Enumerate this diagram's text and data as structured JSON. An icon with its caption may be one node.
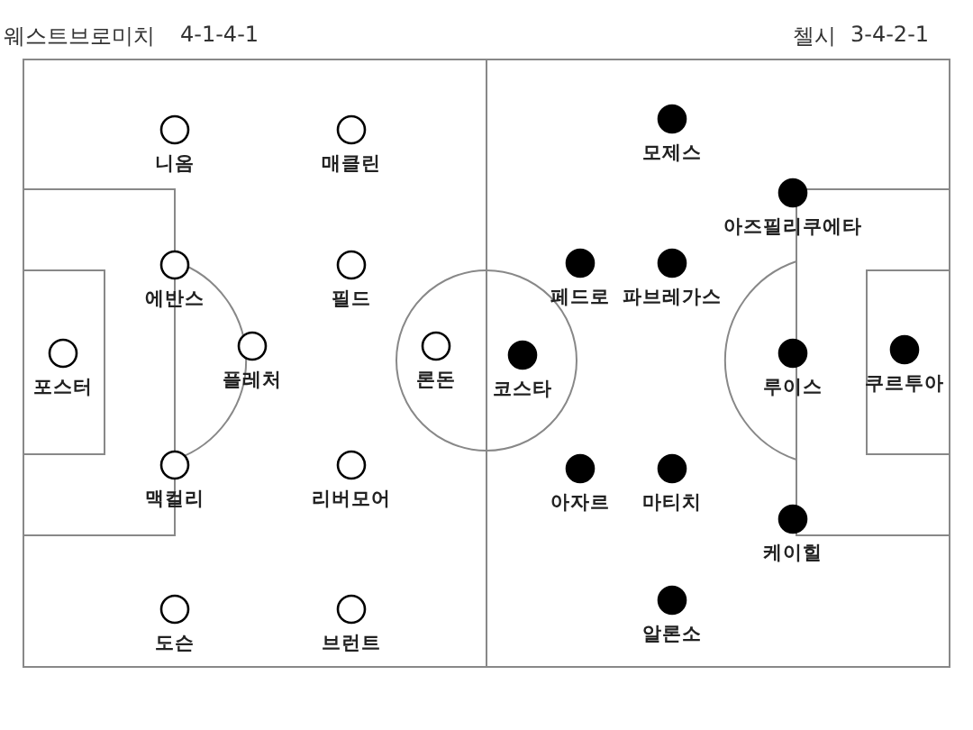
{
  "diagram": {
    "nodes": [
      {
        "text": [
          "니옴"
        ]
      },
      {
        "text": [
          "매클린"
        ]
      },
      {
        "text": [
          "에반스"
        ]
      },
      {
        "text": [
          "필드"
        ]
      },
      {
        "text": [
          "포스터"
        ]
      },
      {
        "text": [
          "플레처"
        ]
      },
      {
        "text": [
          "론돈"
        ]
      },
      {
        "text": [
          "맥컬리"
        ]
      },
      {
        "text": [
          "리버모어"
        ]
      },
      {
        "text": [
          "도슨"
        ]
      },
      {
        "text": [
          "브런트"
        ]
      },
      {
        "text": [
          "모제스"
        ]
      },
      {
        "text": [
          "아즈필리쿠에타"
        ]
      },
      {
        "text": [
          "페드로"
        ]
      },
      {
        "text": [
          "파브레가스"
        ]
      },
      {
        "text": [
          "코스타"
        ]
      },
      {
        "text": [
          "루이스"
        ]
      },
      {
        "text": [
          "쿠르투아"
        ]
      },
      {
        "text": [
          "아자르"
        ]
      },
      {
        "text": [
          "마티치"
        ]
      },
      {
        "text": [
          "케이힐"
        ]
      },
      {
        "text": [
          "알론소"
        ]
      }
    ],
    "edges": [],
    "labels": [
      "웨스트브로미치",
      "4-1-4-1",
      "첼시",
      "3-4-2-1"
    ]
  }
}
